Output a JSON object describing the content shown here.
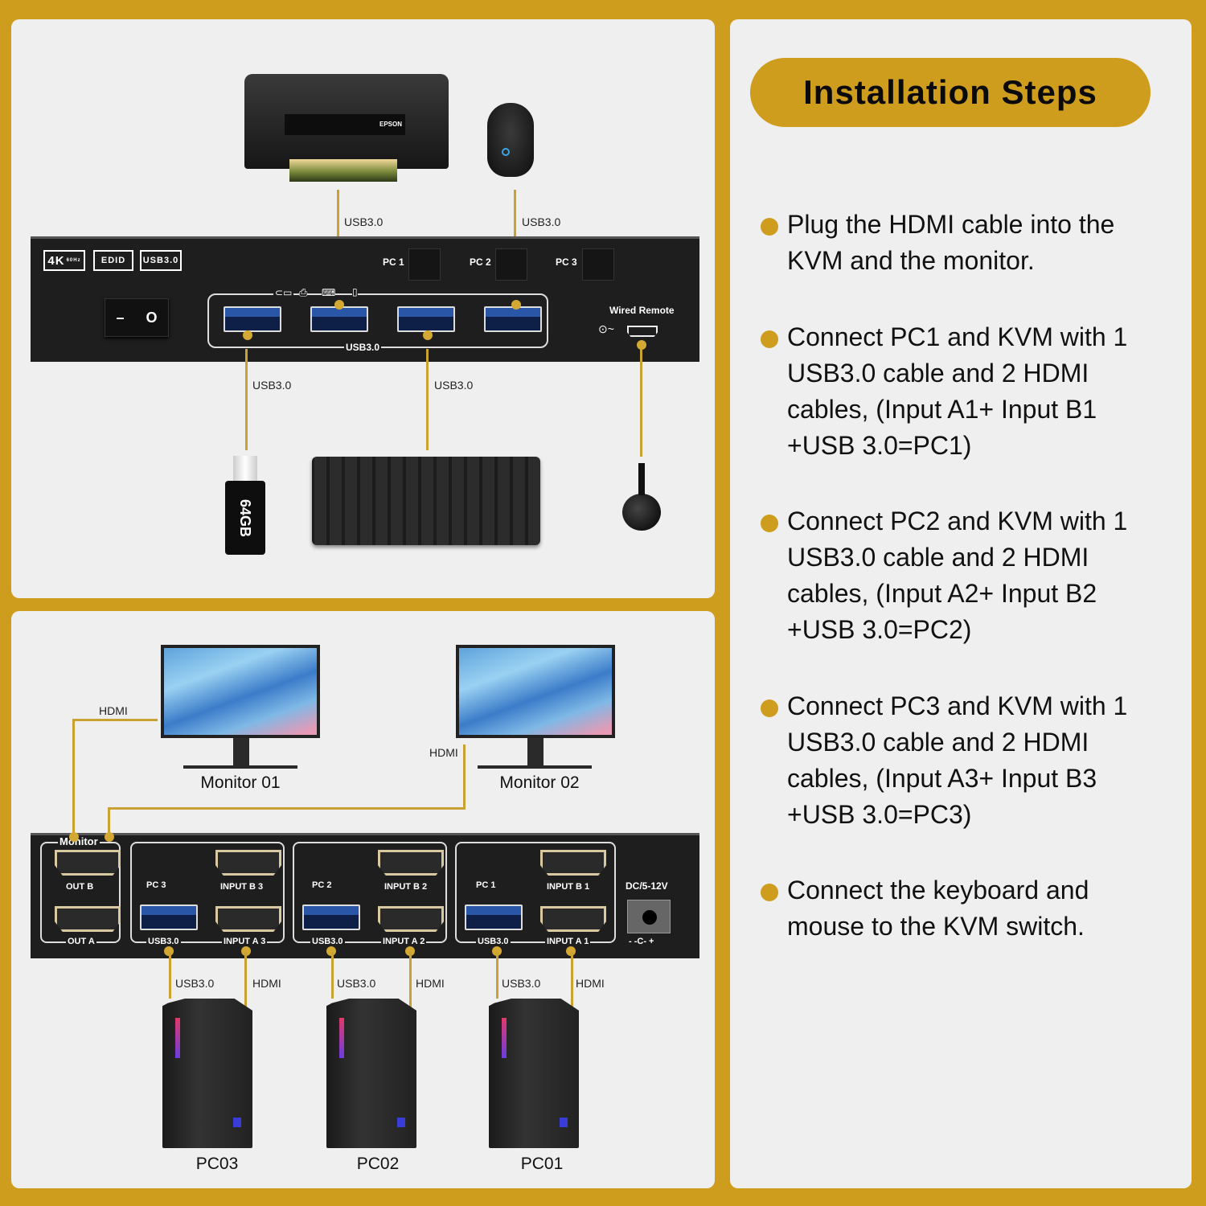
{
  "colors": {
    "frame": "#cf9d1e",
    "panel": "#efefef",
    "cable": "#c9a233",
    "kvm_body": "#1e1e1e"
  },
  "top_diagram": {
    "devices": {
      "printer": {
        "brand": "EPSON",
        "cable_label": "USB3.0"
      },
      "mouse": {
        "cable_label": "USB3.0"
      },
      "usb_drive": {
        "label": "64GB",
        "cable_label": "USB3.0"
      },
      "keyboard": {
        "cable_label": "USB3.0"
      },
      "wired_remote": {}
    },
    "kvm_front": {
      "badges": [
        "4K",
        "EDID",
        "USB3.0"
      ],
      "badge_4k_sub": "60Hz",
      "power_switch": {
        "off": "–",
        "on": "O"
      },
      "pc_buttons": [
        "PC 1",
        "PC 2",
        "PC 3"
      ],
      "usb_group_label": "USB3.0",
      "usb_icons": [
        "usb-drive-icon",
        "printer-icon",
        "keyboard-icon",
        "mouse-icon"
      ],
      "wired_remote_label": "Wired Remote"
    }
  },
  "bottom_diagram": {
    "monitors": [
      {
        "name": "Monitor 01",
        "cable_label": "HDMI"
      },
      {
        "name": "Monitor 02",
        "cable_label": "HDMI"
      }
    ],
    "kvm_back": {
      "monitor_group_label": "Monitor",
      "outputs": [
        "OUT B",
        "OUT A"
      ],
      "pc_groups": [
        {
          "label": "PC 3",
          "input_b": "INPUT B 3",
          "input_a": "INPUT A 3",
          "usb": "USB3.0"
        },
        {
          "label": "PC 2",
          "input_b": "INPUT B 2",
          "input_a": "INPUT A 2",
          "usb": "USB3.0"
        },
        {
          "label": "PC 1",
          "input_b": "INPUT B 1",
          "input_a": "INPUT A 1",
          "usb": "USB3.0"
        }
      ],
      "power_label": "DC/5-12V",
      "polarity": "- -C- +"
    },
    "pcs": [
      {
        "name": "PC03",
        "usb_label": "USB3.0",
        "hdmi_label": "HDMI"
      },
      {
        "name": "PC02",
        "usb_label": "USB3.0",
        "hdmi_label": "HDMI"
      },
      {
        "name": "PC01",
        "usb_label": "USB3.0",
        "hdmi_label": "HDMI"
      }
    ]
  },
  "steps": {
    "title": "Installation Steps",
    "items": [
      "Plug the HDMI cable into the KVM and the monitor.",
      "Connect PC1 and KVM with 1 USB3.0 cable and 2 HDMI cables, (Input A1+ Input B1 +USB 3.0=PC1)",
      "Connect PC2 and KVM with 1 USB3.0 cable and 2 HDMI cables, (Input A2+ Input B2 +USB 3.0=PC2)",
      "Connect PC3 and KVM with 1 USB3.0 cable and 2 HDMI cables, (Input A3+ Input B3 +USB 3.0=PC3)",
      "Connect the keyboard and mouse to the KVM switch."
    ]
  }
}
